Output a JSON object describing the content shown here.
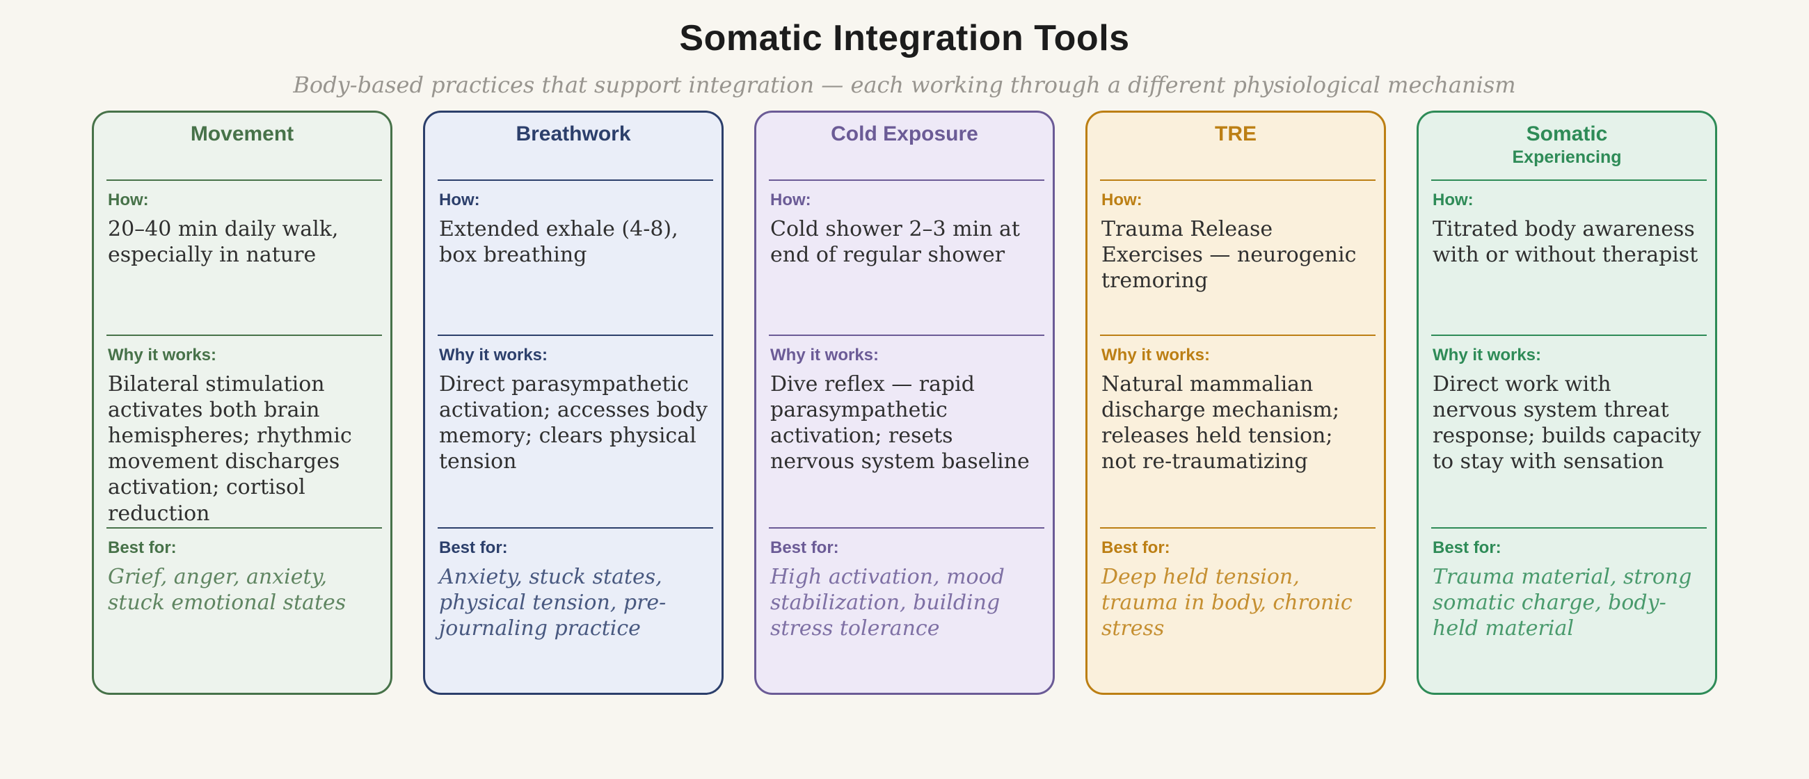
{
  "page": {
    "title": "Somatic Integration Tools",
    "subtitle": "Body-based practices that support integration — each working through a different physiological mechanism",
    "colors": {
      "background": "#f8f6f0",
      "title_text": "#1c1c1c",
      "subtitle_text": "#98958f",
      "body_text": "#2f2f2f"
    }
  },
  "section_labels": {
    "how": "How:",
    "why": "Why it works:",
    "best": "Best for:"
  },
  "cards": [
    {
      "title": "Movement",
      "title_line2": "",
      "accent": "#477249",
      "background": "#edf3ed",
      "how": "20–40 min daily walk, especially in nature",
      "why": "Bilateral stimulation activates both brain hemispheres; rhythmic movement discharges activation; cortisol reduction",
      "best": "Grief, anger, anxiety, stuck emotional states"
    },
    {
      "title": "Breathwork",
      "title_line2": "",
      "accent": "#2c3f6b",
      "background": "#eaeef8",
      "how": "Extended exhale (4-8), box breathing",
      "why": "Direct parasympathetic activation; accesses body memory; clears physical tension",
      "best": "Anxiety, stuck states, physical tension, pre-journaling practice"
    },
    {
      "title": "Cold Exposure",
      "title_line2": "",
      "accent": "#6b5b96",
      "background": "#eee9f7",
      "how": "Cold shower 2–3 min at end of regular shower",
      "why": "Dive reflex — rapid parasympathetic activation; resets nervous system baseline",
      "best": "High activation, mood stabilization, building stress tolerance"
    },
    {
      "title": "TRE",
      "title_line2": "",
      "accent": "#bc7f14",
      "background": "#faf0dc",
      "how": "Trauma Release Exercises — neurogenic tremoring",
      "why": "Natural mammalian discharge mechanism; releases held tension; not re-traumatizing",
      "best": "Deep held tension, trauma in body, chronic stress"
    },
    {
      "title": "Somatic",
      "title_line2": "Experiencing",
      "accent": "#2e8b57",
      "background": "#e5f2ea",
      "how": "Titrated body awareness with or without therapist",
      "why": "Direct work with nervous system threat response; builds capacity to stay with sensation",
      "best": "Trauma material, strong somatic charge, body-held material"
    }
  ]
}
